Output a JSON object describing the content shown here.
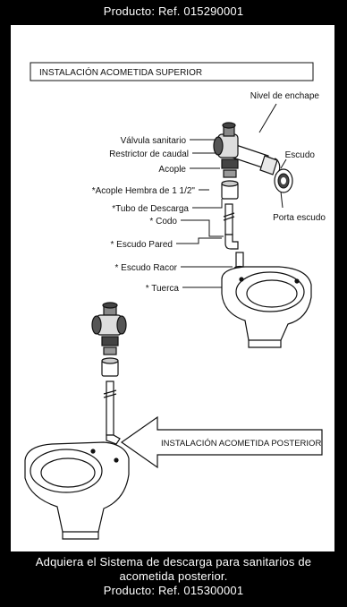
{
  "header": {
    "product_line": "Producto: Ref. 015290001"
  },
  "diagram": {
    "top_section_title": "INSTALACIÓN ACOMETIDA SUPERIOR",
    "bottom_section_title": "INSTALACIÓN ACOMETIDA POSTERIOR",
    "labels": {
      "nivel_enchape": "Nivel de enchape",
      "valvula": "Válvula sanitario",
      "restrictor": "Restrictor de caudal",
      "acople": "Acople",
      "acople_hembra": "*Acople Hembra de 1 1/2\"",
      "tubo": "*Tubo de Descarga",
      "codo": "* Codo",
      "escudo_pared": "* Escudo Pared",
      "escudo_racor": "* Escudo Racor",
      "tuerca": "* Tuerca",
      "escudo": "Escudo",
      "porta_escudo": "Porta escudo"
    }
  },
  "footer": {
    "line1": "Adquiera el Sistema de descarga para sanitarios de",
    "line2": "acometida posterior.",
    "line3": "Producto: Ref. 015300001"
  },
  "colors": {
    "background": "#000000",
    "panel": "#ffffff",
    "ink": "#111111",
    "text_on_dark": "#ffffff"
  }
}
